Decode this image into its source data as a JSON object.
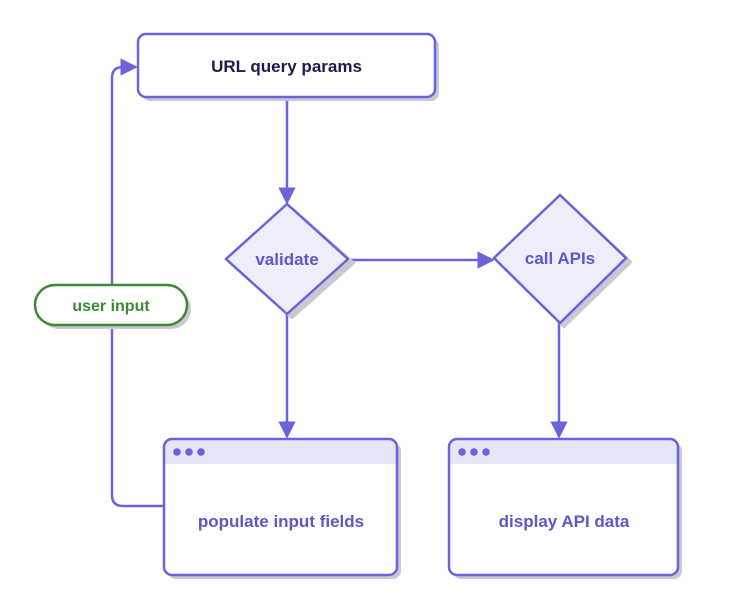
{
  "nodes": {
    "url_params": "URL query params",
    "validate": "validate",
    "call_apis": "call APIs",
    "populate_fields": "populate input fields",
    "display_data": "display API data"
  },
  "edges": {
    "user_input": "user input"
  },
  "colors": {
    "stroke": "#6a63d9",
    "fill": "#eeeefb",
    "titlebar": "#e6e6f9",
    "shadow": "#c9c9d4",
    "dots": "#6a63d9",
    "pill_stroke": "#3d8a35",
    "pill_text": "#3d8a35",
    "url_text": "#1f1b4d",
    "node_text": "#5d57c9"
  }
}
